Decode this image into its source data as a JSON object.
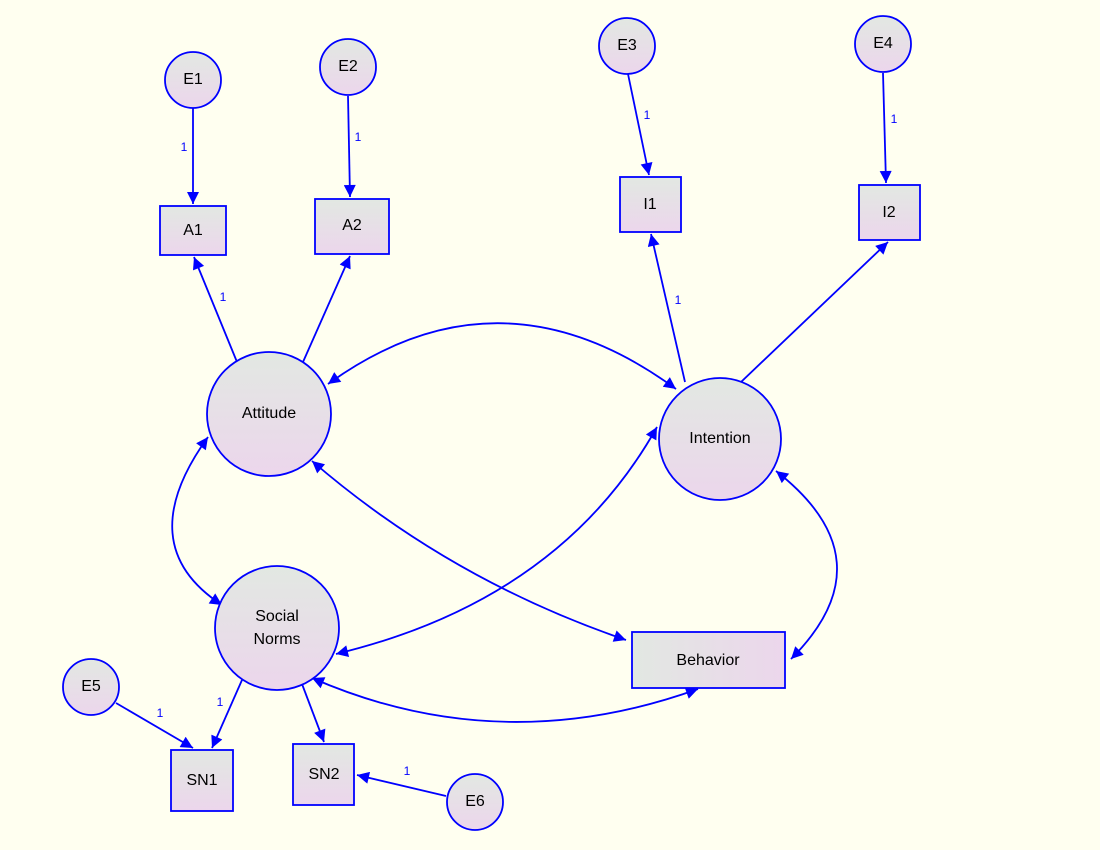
{
  "colors": {
    "background": "#fffff0",
    "stroke": "#0000ff",
    "fill_top": "#e2e8e2",
    "fill_bottom": "#ecd6ec",
    "label": "#000000",
    "weight_label": "#0000ff"
  },
  "nodes": {
    "e1": {
      "label": "E1",
      "shape": "error-circle"
    },
    "e2": {
      "label": "E2",
      "shape": "error-circle"
    },
    "e3": {
      "label": "E3",
      "shape": "error-circle"
    },
    "e4": {
      "label": "E4",
      "shape": "error-circle"
    },
    "e5": {
      "label": "E5",
      "shape": "error-circle"
    },
    "e6": {
      "label": "E6",
      "shape": "error-circle"
    },
    "a1": {
      "label": "A1",
      "shape": "observed-box"
    },
    "a2": {
      "label": "A2",
      "shape": "observed-box"
    },
    "i1": {
      "label": "I1",
      "shape": "observed-box"
    },
    "i2": {
      "label": "I2",
      "shape": "observed-box"
    },
    "sn1": {
      "label": "SN1",
      "shape": "observed-box"
    },
    "sn2": {
      "label": "SN2",
      "shape": "observed-box"
    },
    "behavior": {
      "label": "Behavior",
      "shape": "observed-box"
    },
    "attitude": {
      "label": "Attitude",
      "shape": "latent-circle"
    },
    "intention": {
      "label": "Intention",
      "shape": "latent-circle"
    },
    "social_norms": {
      "line1": "Social",
      "line2": "Norms",
      "shape": "latent-circle"
    }
  },
  "paths": [
    {
      "from": "E1",
      "to": "A1",
      "type": "regression",
      "weight": "1"
    },
    {
      "from": "E2",
      "to": "A2",
      "type": "regression",
      "weight": "1"
    },
    {
      "from": "E3",
      "to": "I1",
      "type": "regression",
      "weight": "1"
    },
    {
      "from": "E4",
      "to": "I2",
      "type": "regression",
      "weight": "1"
    },
    {
      "from": "E5",
      "to": "SN1",
      "type": "regression",
      "weight": "1"
    },
    {
      "from": "E6",
      "to": "SN2",
      "type": "regression",
      "weight": "1"
    },
    {
      "from": "Attitude",
      "to": "A1",
      "type": "loading",
      "weight": "1"
    },
    {
      "from": "Attitude",
      "to": "A2",
      "type": "loading",
      "weight": ""
    },
    {
      "from": "Intention",
      "to": "I1",
      "type": "loading",
      "weight": "1"
    },
    {
      "from": "Intention",
      "to": "I2",
      "type": "loading",
      "weight": ""
    },
    {
      "from": "Social Norms",
      "to": "SN1",
      "type": "loading",
      "weight": "1"
    },
    {
      "from": "Social Norms",
      "to": "SN2",
      "type": "loading",
      "weight": ""
    },
    {
      "from": "Attitude",
      "to": "Intention",
      "type": "covariance"
    },
    {
      "from": "Attitude",
      "to": "Social Norms",
      "type": "covariance"
    },
    {
      "from": "Attitude",
      "to": "Behavior",
      "type": "covariance"
    },
    {
      "from": "Intention",
      "to": "Social Norms",
      "type": "covariance"
    },
    {
      "from": "Intention",
      "to": "Behavior",
      "type": "covariance"
    },
    {
      "from": "Social Norms",
      "to": "Behavior",
      "type": "covariance"
    }
  ],
  "weights": {
    "e1_a1": "1",
    "e2_a2": "1",
    "e3_i1": "1",
    "e4_i2": "1",
    "e5_sn1": "1",
    "e6_sn2": "1",
    "att_a1": "1",
    "int_i1": "1",
    "sn_sn1": "1"
  }
}
